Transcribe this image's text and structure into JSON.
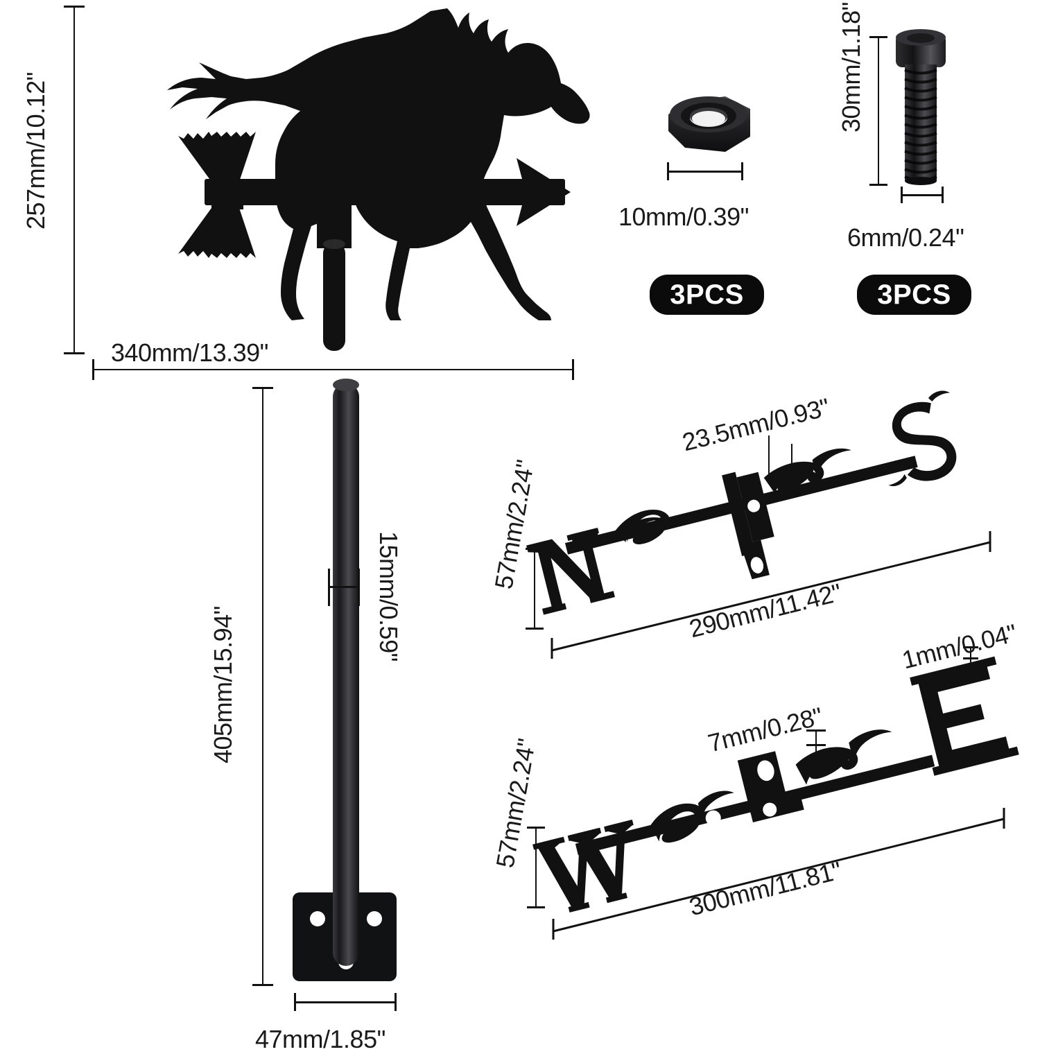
{
  "product": {
    "name": "horse-weathervane-dimension-diagram",
    "background": "#ffffff",
    "ink": "#111111"
  },
  "dimensions": {
    "vane_height": "257mm/10.12\"",
    "vane_width": "340mm/13.39\"",
    "nut_width": "10mm/0.39\"",
    "screw_length": "30mm/1.18\"",
    "screw_diameter": "6mm/0.24\"",
    "pole_length": "405mm/15.94\"",
    "pole_diameter": "15mm/0.59\"",
    "base_width": "47mm/1.85\"",
    "ns_bracket": "23.5mm/0.93\"",
    "ns_height": "57mm/2.24\"",
    "ns_length": "290mm/11.42\"",
    "we_bracket": "7mm/0.28\"",
    "we_thickness": "1mm/0.04\"",
    "we_height": "57mm/2.24\"",
    "we_length": "300mm/11.81\""
  },
  "quantities": {
    "nut_count": "3PCS",
    "screw_count": "3PCS"
  },
  "letters": {
    "north": "N",
    "south": "S",
    "west": "W",
    "east": "E"
  },
  "parts": [
    {
      "id": "weathervane",
      "label": "horse-arrow-weathervane"
    },
    {
      "id": "hex-nut",
      "label": "hex-nut"
    },
    {
      "id": "cap-screw",
      "label": "socket-head-cap-screw"
    },
    {
      "id": "mounting-pole",
      "label": "mounting-pole-with-base-plate"
    },
    {
      "id": "ns-arm",
      "label": "north-south-direction-arm"
    },
    {
      "id": "we-arm",
      "label": "west-east-direction-arm"
    }
  ]
}
